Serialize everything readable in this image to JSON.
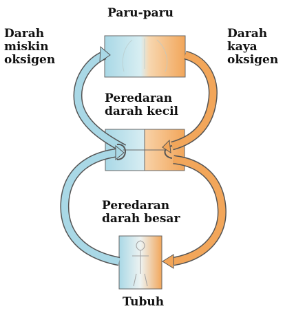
{
  "labels": {
    "lungs": "Paru-paru",
    "poor_oxygen": [
      "Darah",
      "miskin",
      "oksigen"
    ],
    "rich_oxygen": [
      "Darah",
      "kaya",
      "oksigen"
    ],
    "small_circulation": [
      "Peredaran",
      "darah kecil"
    ],
    "large_circulation": [
      "Peredaran",
      "darah besar"
    ],
    "body": "Tubuh"
  },
  "colors": {
    "oxygen_poor": "#a9d8e6",
    "oxygen_rich": "#f2a65a",
    "outline": "#555555",
    "text": "#111111"
  }
}
